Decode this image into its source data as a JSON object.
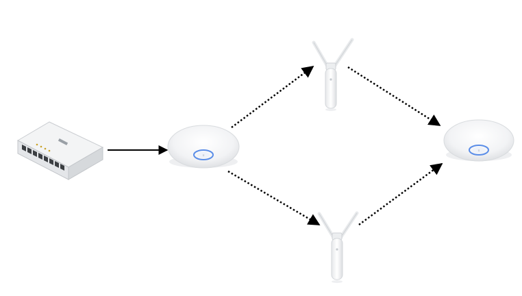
{
  "colors": {
    "background": "#ffffff",
    "device_white": "#f4f5f6",
    "device_shadow": "#d8dadd",
    "led_ring": "#5a8de8",
    "arrow": "#000000"
  },
  "nodes": [
    {
      "id": "switch",
      "icon": "poe-switch-icon"
    },
    {
      "id": "ap_root",
      "icon": "ceiling-access-point-icon"
    },
    {
      "id": "mesh_top",
      "icon": "outdoor-mesh-antenna-icon"
    },
    {
      "id": "mesh_bottom",
      "icon": "outdoor-mesh-antenna-icon"
    },
    {
      "id": "ap_far",
      "icon": "ceiling-access-point-icon"
    }
  ],
  "links": [
    {
      "from": "switch",
      "to": "ap_root",
      "style": "solid"
    },
    {
      "from": "ap_root",
      "to": "mesh_top",
      "style": "dotted"
    },
    {
      "from": "ap_root",
      "to": "mesh_bottom",
      "style": "dotted"
    },
    {
      "from": "mesh_top",
      "to": "ap_far",
      "style": "dotted"
    },
    {
      "from": "mesh_bottom",
      "to": "ap_far",
      "style": "dotted"
    }
  ]
}
